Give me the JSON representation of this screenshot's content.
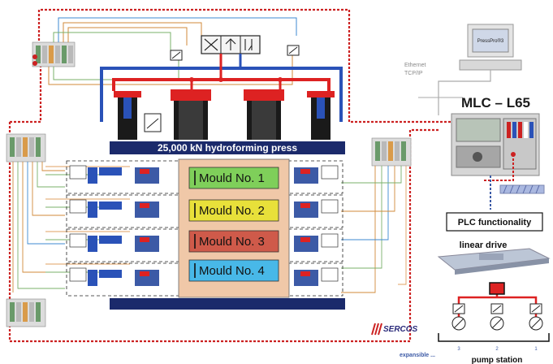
{
  "press": {
    "label": "25,000 kN hydroforming press"
  },
  "moulds": [
    {
      "label": "Mould No. 1",
      "color": "#7fcf5a"
    },
    {
      "label": "Mould No. 2",
      "color": "#e8e03a"
    },
    {
      "label": "Mould No. 3",
      "color": "#cf5a4a"
    },
    {
      "label": "Mould No. 4",
      "color": "#48b8e8"
    }
  ],
  "controller": {
    "label": "MLC – L65"
  },
  "network": {
    "line1": "Ethernet",
    "line2": "TCP/IP"
  },
  "pc": {
    "screen_label": "PressPro®3"
  },
  "plc": {
    "label": "PLC functionality"
  },
  "linear_drive": {
    "label": "linear drive"
  },
  "sercos": {
    "label": "SERCOS"
  },
  "pump_station": {
    "label": "pump station",
    "expansible": "expansible ...",
    "numbers": [
      "3",
      "2",
      "1"
    ]
  },
  "colors": {
    "sercos_ring": "#cc2222",
    "hydraulic_red": "#dd2222",
    "hydraulic_blue": "#2a52b8",
    "press_bar": "#1b2a6b",
    "mould_panel": "#f0c8a8"
  }
}
